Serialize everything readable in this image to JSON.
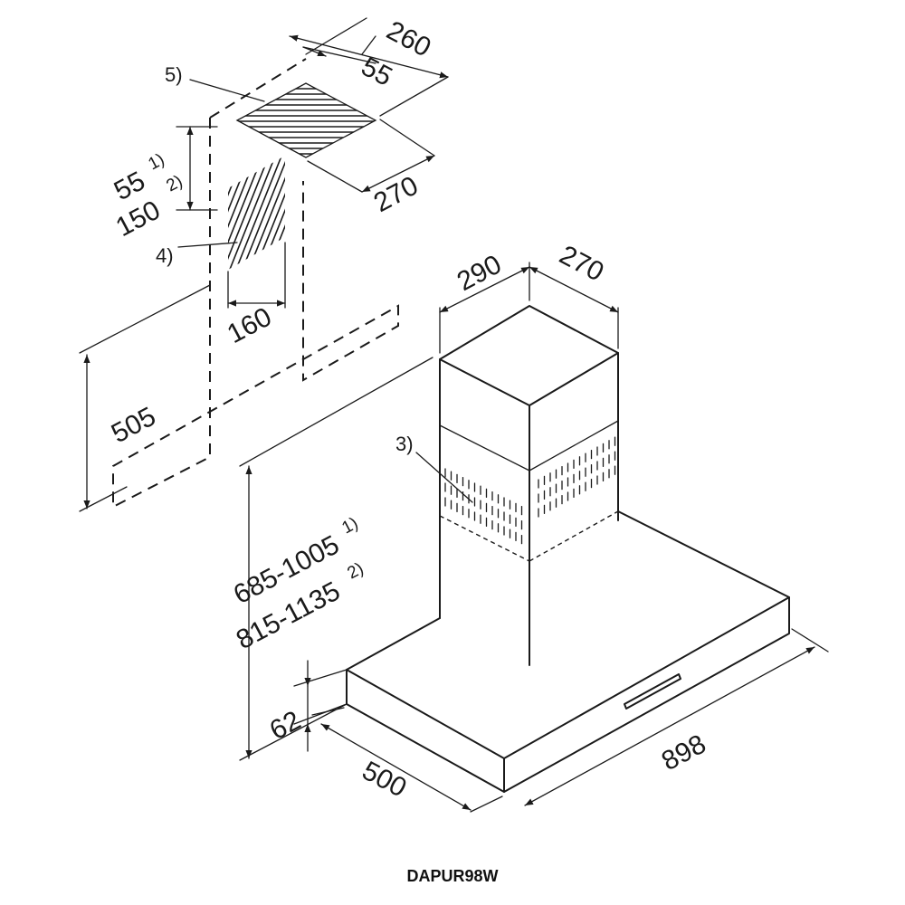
{
  "model": "DAPUR98W",
  "dimensions": {
    "top_width": "260",
    "top_inner": "55",
    "top_depth": "270",
    "side_offset_a": "55",
    "side_offset_a_ref": "1)",
    "side_offset_b": "150",
    "side_offset_b_ref": "2)",
    "side_width": "160",
    "mount_height": "505",
    "chimney_width": "290",
    "chimney_depth": "270",
    "total_height_a": "685-1005",
    "total_height_a_ref": "1)",
    "total_height_b": "815-1135",
    "total_height_b_ref": "2)",
    "canopy_height": "62",
    "canopy_depth": "500",
    "canopy_width": "898"
  },
  "callouts": {
    "c3": "3)",
    "c4": "4)",
    "c5": "5)"
  }
}
